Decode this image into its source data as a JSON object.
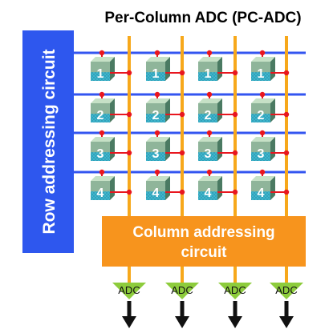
{
  "title": "Per-Column ADC (PC-ADC)",
  "row_block_label": "Row addressing circuit",
  "column_block_label_lines": [
    "Column addressing",
    "circuit"
  ],
  "adc_label": "ADC",
  "rows": [
    "1",
    "2",
    "3",
    "4"
  ],
  "column_count": 4,
  "colors": {
    "row_block": "#2e57ee",
    "column_block": "#f7941d",
    "row_line": "#3355f0",
    "column_line": "#f7a81b",
    "connection": "#e8161f",
    "pixel_top": "#c6e1c6",
    "pixel_front": "#8fb59a",
    "pixel_side": "#4a7a62",
    "pixel_bottom": "#3fb7cc",
    "adc_fill": "#8dcc3c",
    "arrow": "#111111"
  }
}
